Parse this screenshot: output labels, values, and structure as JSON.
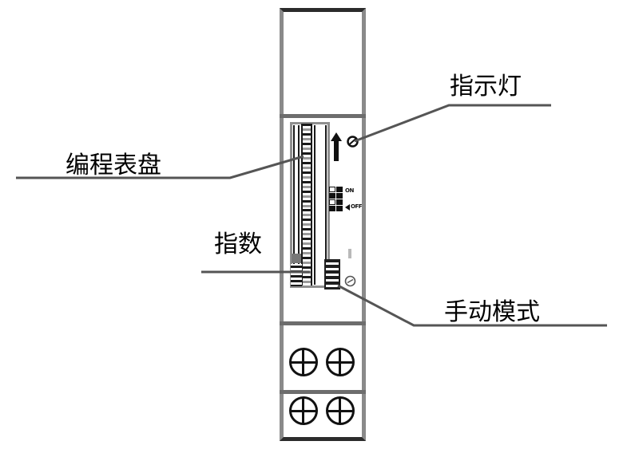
{
  "diagram": {
    "title": "Programmable Timer Module Callout Diagram",
    "background_color": "#ffffff",
    "line_color": "#000000",
    "device_color_frame": "#8a8a8a",
    "device_color_dark": "#2b2b2b"
  },
  "labels": {
    "programming_dial": "编程表盘",
    "indicator_light": "指示灯",
    "index": "指数",
    "manual_mode": "手动模式"
  },
  "device": {
    "switch": {
      "on_label": "ON",
      "off_label": "OFF"
    },
    "scale": {
      "tick_count": 34,
      "name": "programming-scale"
    },
    "terminals": {
      "count": 4,
      "rows": 2,
      "columns": 2
    }
  },
  "icons": {
    "arrow_up": "arrow-up-icon",
    "indicator": "indicator-light-icon",
    "adjust_screw": "adjust-screw-icon",
    "terminal_screw": "cross-head-screw-icon"
  }
}
